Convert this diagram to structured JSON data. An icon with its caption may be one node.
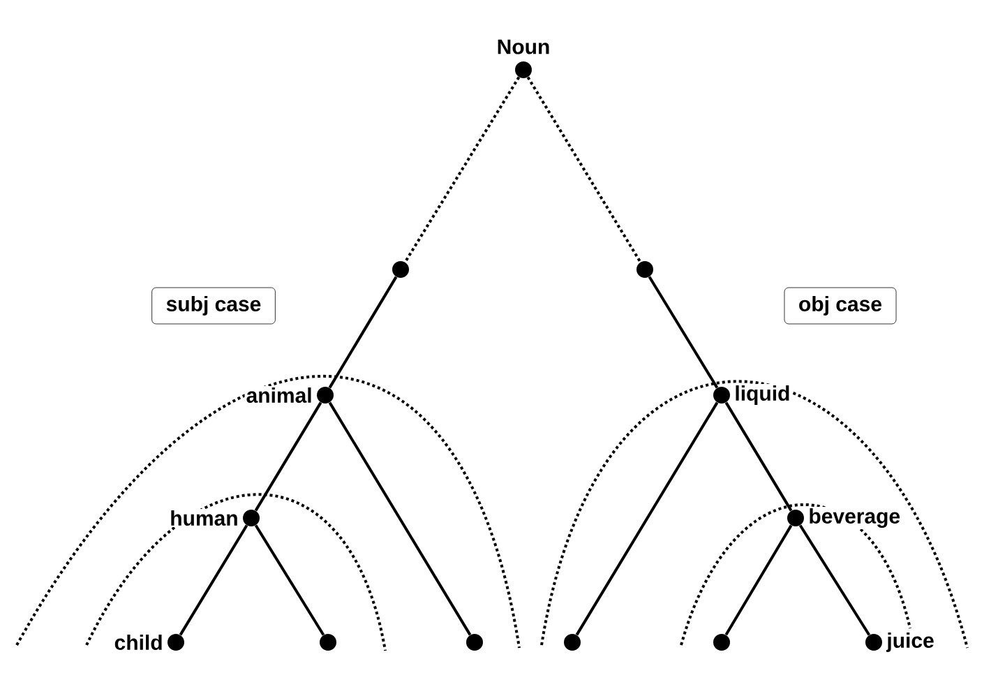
{
  "diagram": {
    "nodes": [
      {
        "text": [],
        "shape": "circle",
        "beside": [
          "Noun"
        ]
      },
      {
        "text": [],
        "shape": "circle"
      },
      {
        "text": [],
        "shape": "circle"
      },
      {
        "text": [
          "subj case"
        ]
      },
      {
        "text": [
          "obj case"
        ]
      },
      {
        "text": [],
        "shape": "circle",
        "beside": [
          "animal"
        ]
      },
      {
        "text": [],
        "shape": "circle",
        "beside": [
          "liquid"
        ]
      },
      {
        "text": [],
        "shape": "circle",
        "beside": [
          "human"
        ]
      },
      {
        "text": [],
        "shape": "circle",
        "beside": [
          "beverage"
        ]
      },
      {
        "text": [],
        "shape": "circle",
        "beside": [
          "child"
        ]
      },
      {
        "text": [],
        "shape": "circle"
      },
      {
        "text": [],
        "shape": "circle"
      },
      {
        "text": [],
        "shape": "circle"
      },
      {
        "text": [],
        "shape": "circle"
      },
      {
        "text": [],
        "shape": "circle",
        "beside": [
          "juice"
        ]
      }
    ],
    "edges": [
      {
        "from": 0,
        "to": 1,
        "arrow": "none",
        "style": "dashed"
      },
      {
        "from": 0,
        "to": 2,
        "arrow": "none",
        "style": "dashed"
      },
      {
        "from": 1,
        "to": 5,
        "arrow": "none"
      },
      {
        "from": 2,
        "to": 6,
        "arrow": "none"
      },
      {
        "from": 5,
        "to": 7,
        "arrow": "none"
      },
      {
        "from": 5,
        "to": 11,
        "arrow": "none"
      },
      {
        "from": 7,
        "to": 9,
        "arrow": "none"
      },
      {
        "from": 7,
        "to": 10,
        "arrow": "none"
      },
      {
        "from": 6,
        "to": 12,
        "arrow": "none"
      },
      {
        "from": 6,
        "to": 8,
        "arrow": "none"
      },
      {
        "from": 8,
        "to": 13,
        "arrow": "none"
      },
      {
        "from": 8,
        "to": 14,
        "arrow": "none"
      }
    ]
  }
}
